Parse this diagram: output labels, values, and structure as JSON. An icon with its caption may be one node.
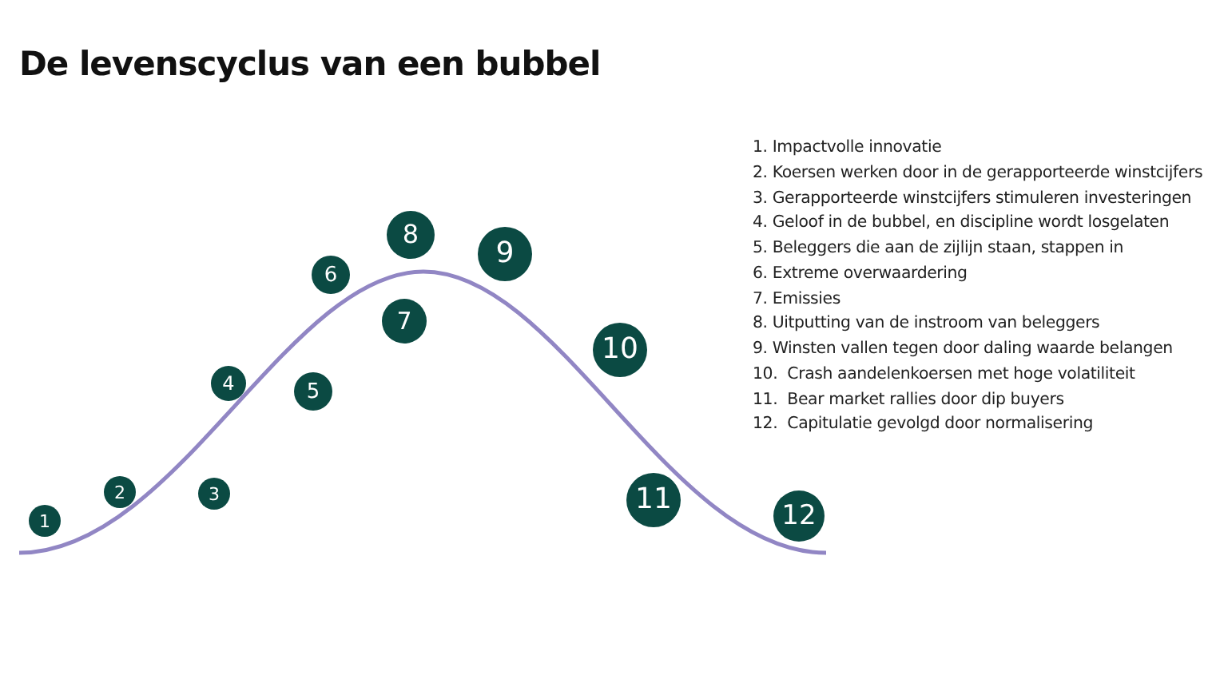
{
  "diagram": {
    "title": "De levenscyclus van een bubbel",
    "nodes": [
      {
        "text": [
          "1"
        ]
      },
      {
        "text": [
          "2"
        ]
      },
      {
        "text": [
          "3"
        ]
      },
      {
        "text": [
          "4"
        ]
      },
      {
        "text": [
          "5"
        ]
      },
      {
        "text": [
          "6"
        ]
      },
      {
        "text": [
          "7"
        ]
      },
      {
        "text": [
          "8"
        ]
      },
      {
        "text": [
          "9"
        ]
      },
      {
        "text": [
          "10"
        ]
      },
      {
        "text": [
          "11"
        ]
      },
      {
        "text": [
          "12"
        ]
      }
    ],
    "labels": [
      "1. Impactvolle innovatie",
      "2. Koersen werken door in de gerapporteerde winstcijfers",
      "3. Gerapporteerde winstcijfers stimuleren investeringen",
      "4. Geloof in de bubbel, en discipline wordt losgelaten",
      "5. Beleggers die aan de zijlijn staan, stappen in",
      "6. Extreme overwaardering",
      "7. Emissies",
      "8. Uitputting van de instroom van beleggers",
      "9. Winsten vallen tegen door daling waarde belangen",
      "10.  Crash aandelenkoersen met hoge volatiliteit",
      "11.  Bear market rallies door dip buyers",
      "12.  Capitulatie gevolgd door normalisering"
    ]
  }
}
